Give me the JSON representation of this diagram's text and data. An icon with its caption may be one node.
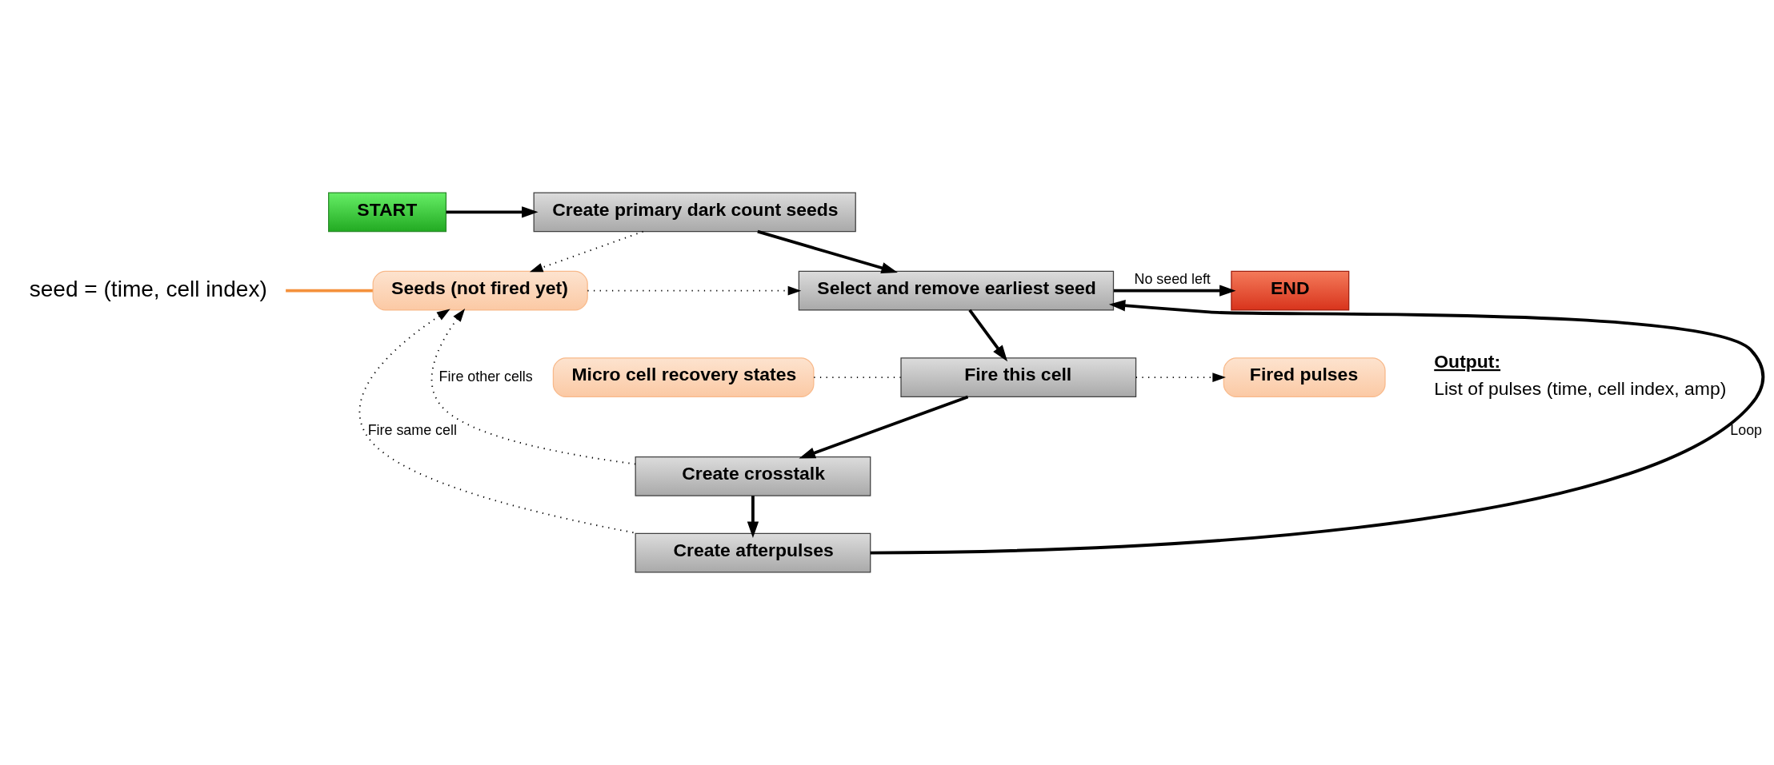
{
  "diagram": {
    "nodes": [
      {
        "text": [
          "START"
        ]
      },
      {
        "text": [
          "Create primary dark count seeds"
        ]
      },
      {
        "text": [
          "Select and remove earliest seed"
        ]
      },
      {
        "text": [
          "END"
        ]
      },
      {
        "text": [
          "Seeds (not fired yet)"
        ]
      },
      {
        "text": [
          "Micro cell recovery states"
        ]
      },
      {
        "text": [
          "Fire this cell"
        ]
      },
      {
        "text": [
          "Fired pulses"
        ],
        "beside": [
          "Output:",
          "List of pulses (time, cell index, amp)"
        ]
      },
      {
        "text": [
          "Create crosstalk"
        ]
      },
      {
        "text": [
          "Create afterpulses"
        ]
      },
      {
        "text": [
          "seed = (time, cell index)"
        ]
      }
    ],
    "edges": [
      {
        "from": 0,
        "to": 1,
        "arrow": "to"
      },
      {
        "from": 1,
        "to": 2,
        "arrow": "to"
      },
      {
        "from": 1,
        "to": 4,
        "arrow": "to",
        "style": "dashed"
      },
      {
        "from": 2,
        "to": 3,
        "arrow": "to",
        "label": "No seed left"
      },
      {
        "from": 4,
        "to": 2,
        "arrow": "to",
        "style": "dashed"
      },
      {
        "from": 2,
        "to": 6,
        "arrow": "to"
      },
      {
        "from": 5,
        "to": 6,
        "arrow": "none",
        "style": "dashed"
      },
      {
        "from": 6,
        "to": 7,
        "arrow": "to",
        "style": "dashed"
      },
      {
        "from": 6,
        "to": 8,
        "arrow": "to"
      },
      {
        "from": 8,
        "to": 4,
        "arrow": "to",
        "style": "dashed",
        "label": "Fire other cells"
      },
      {
        "from": 8,
        "to": 9,
        "arrow": "to"
      },
      {
        "from": 9,
        "to": 4,
        "arrow": "to",
        "style": "dashed",
        "label": "Fire same cell"
      },
      {
        "from": 9,
        "to": 2,
        "arrow": "to",
        "label": "Loop"
      },
      {
        "from": 10,
        "to": 4,
        "arrow": "none",
        "color": "#f4913c"
      }
    ]
  }
}
